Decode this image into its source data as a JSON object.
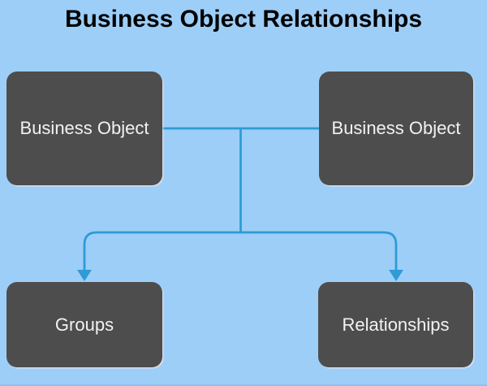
{
  "title": "Business Object Relationships",
  "diagram": {
    "nodes": {
      "top_left": {
        "label": "Business Object"
      },
      "top_right": {
        "label": "Business Object"
      },
      "bottom_left": {
        "label": "Groups"
      },
      "bottom_right": {
        "label": "Relationships"
      }
    },
    "connections": [
      {
        "from": "top_left",
        "to": "top_right",
        "style": "plain-line"
      },
      {
        "from": "top-link-midpoint",
        "to": "bottom_left",
        "style": "arrow"
      },
      {
        "from": "top-link-midpoint",
        "to": "bottom_right",
        "style": "arrow"
      }
    ]
  },
  "colors": {
    "background": "#9DCEF8",
    "node_fill": "#4D4D4D",
    "node_text": "#F2F2F2",
    "connector": "#2E9BD5",
    "title_text": "#000000"
  }
}
